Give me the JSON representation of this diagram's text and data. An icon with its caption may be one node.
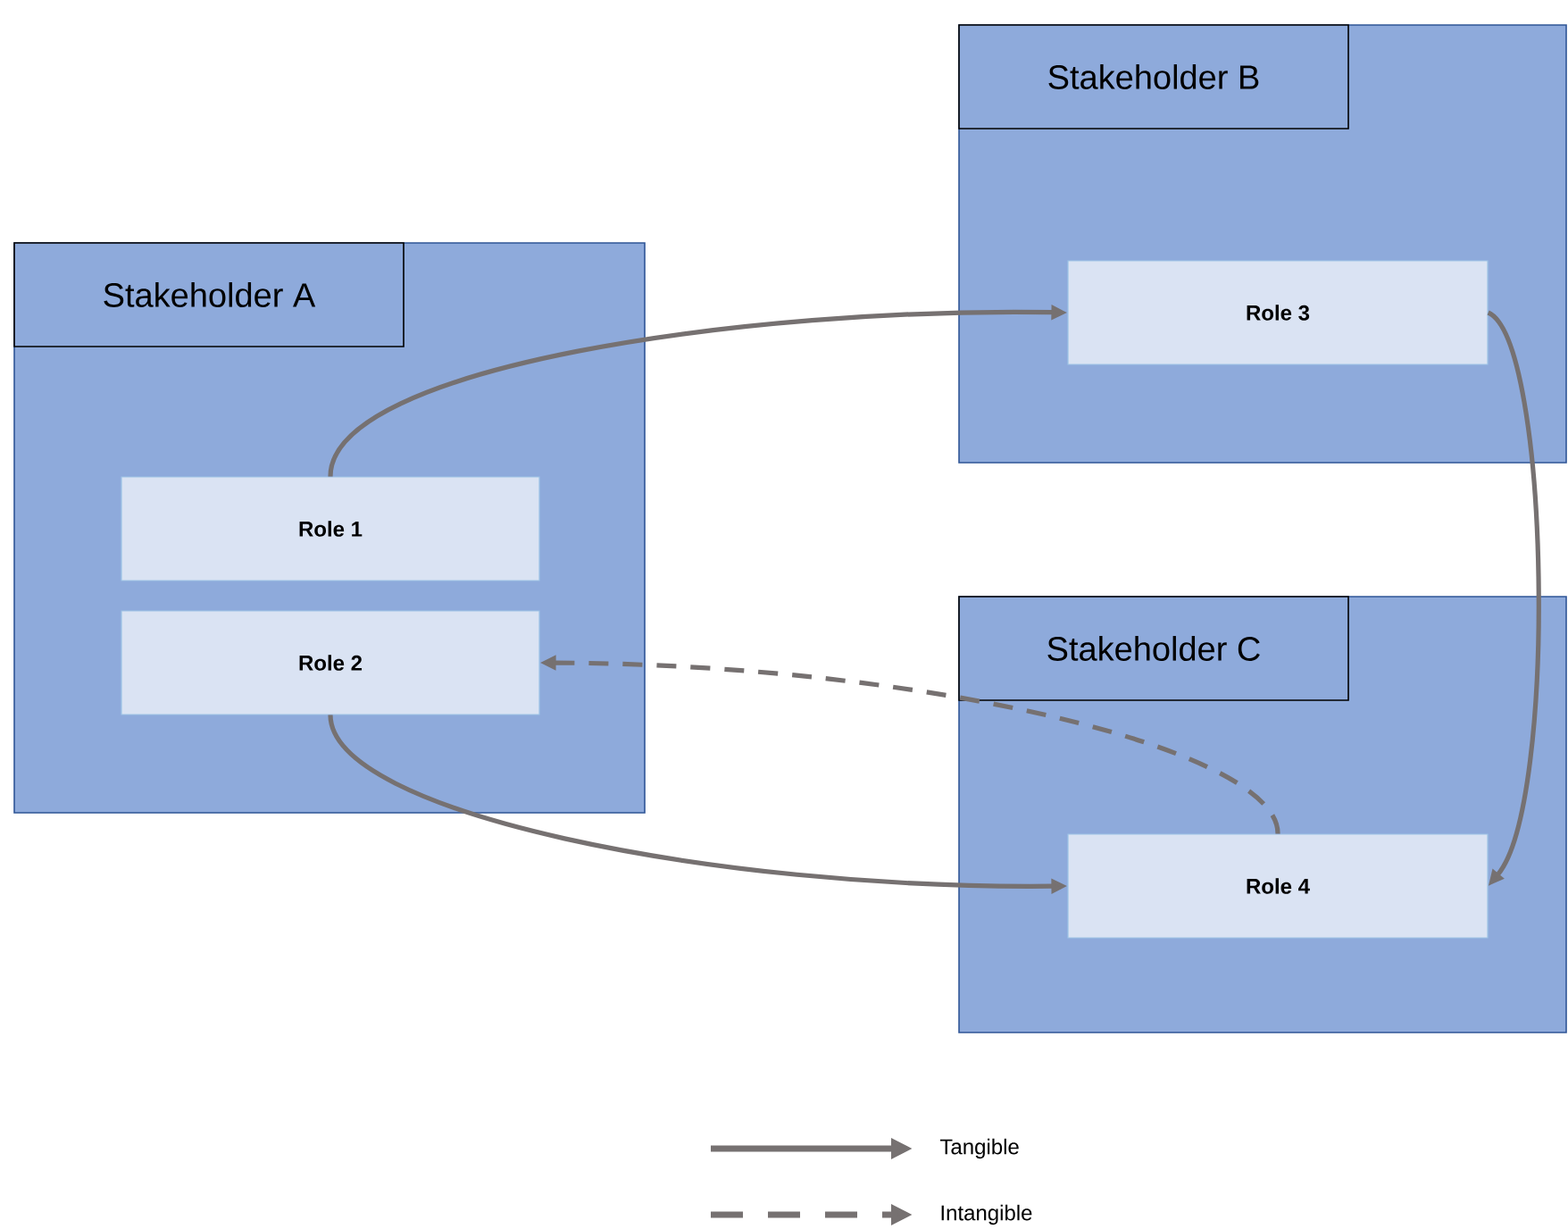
{
  "diagram": {
    "nodes": [
      {
        "text": [
          "Stakeholder A"
        ]
      },
      {
        "text": [
          "Role 1"
        ],
        "in": 0
      },
      {
        "text": [
          "Role 2"
        ],
        "in": 0
      },
      {
        "text": [
          "Stakeholder B"
        ]
      },
      {
        "text": [
          "Role 3"
        ],
        "in": 3
      },
      {
        "text": [
          "Stakeholder C"
        ]
      },
      {
        "text": [
          "Role 4"
        ],
        "in": 5
      }
    ],
    "edges": [
      {
        "from": 1,
        "to": 4,
        "arrow": "to"
      },
      {
        "from": 4,
        "to": 6,
        "arrow": "to"
      },
      {
        "from": 2,
        "to": 6,
        "arrow": "to"
      },
      {
        "from": 6,
        "to": 2,
        "arrow": "to",
        "style": "dashed"
      }
    ],
    "legend": [
      {
        "text": "Tangible"
      },
      {
        "text": "Intangible"
      }
    ]
  }
}
